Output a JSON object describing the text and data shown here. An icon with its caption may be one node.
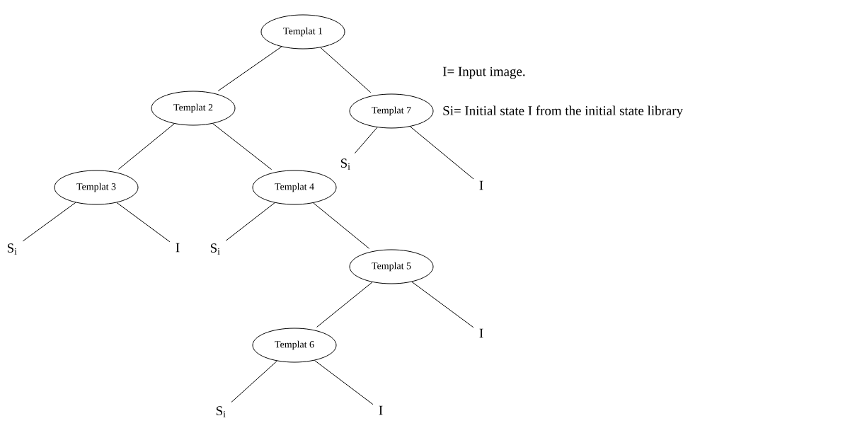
{
  "diagram": {
    "nodes": [
      {
        "text": [
          "Templat 1"
        ]
      },
      {
        "text": [
          "Templat 2"
        ]
      },
      {
        "text": [
          "Templat 7"
        ]
      },
      {
        "text": [
          "S$_{i}$"
        ]
      },
      {
        "text": [
          "Templat 3"
        ]
      },
      {
        "text": [
          "Templat 4"
        ]
      },
      {
        "text": [
          "I"
        ]
      },
      {
        "text": [
          "S$_{i}$"
        ]
      },
      {
        "text": [
          "I"
        ]
      },
      {
        "text": [
          "S$_{i}$"
        ]
      },
      {
        "text": [
          "Templat 5"
        ]
      },
      {
        "text": [
          "Templat 6"
        ]
      },
      {
        "text": [
          "I"
        ]
      },
      {
        "text": [
          "S$_{i}$"
        ]
      },
      {
        "text": [
          "I"
        ]
      }
    ],
    "edges": [
      {
        "from": 0,
        "to": 1,
        "arrow": "none"
      },
      {
        "from": 0,
        "to": 2,
        "arrow": "none"
      },
      {
        "from": 1,
        "to": 4,
        "arrow": "none"
      },
      {
        "from": 1,
        "to": 5,
        "arrow": "none"
      },
      {
        "from": 2,
        "to": 3,
        "arrow": "none"
      },
      {
        "from": 2,
        "to": 6,
        "arrow": "none"
      },
      {
        "from": 4,
        "to": 7,
        "arrow": "none"
      },
      {
        "from": 4,
        "to": 8,
        "arrow": "none"
      },
      {
        "from": 5,
        "to": 9,
        "arrow": "none"
      },
      {
        "from": 5,
        "to": 10,
        "arrow": "none"
      },
      {
        "from": 10,
        "to": 11,
        "arrow": "none"
      },
      {
        "from": 10,
        "to": 12,
        "arrow": "none"
      },
      {
        "from": 11,
        "to": 13,
        "arrow": "none"
      },
      {
        "from": 11,
        "to": 14,
        "arrow": "none"
      }
    ],
    "labels": [
      "I= Input image.",
      "Si= Initial state I from the initial state library"
    ]
  }
}
